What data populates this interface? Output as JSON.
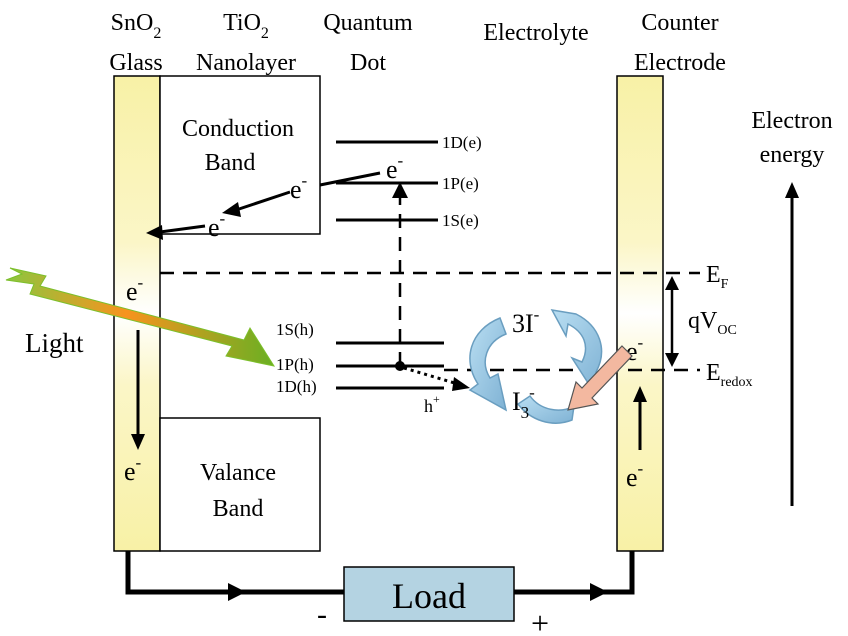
{
  "columns": {
    "sno2": {
      "line1_base": "SnO",
      "line1_sub": "2",
      "line2": "Glass"
    },
    "tio2": {
      "line1_base": "TiO",
      "line1_sub": "2",
      "line2": "Nanolayer"
    },
    "qd": {
      "line1": "Quantum",
      "line2": "Dot"
    },
    "electrolyte": {
      "line1": "Electrolyte"
    },
    "counter": {
      "line1": "Counter",
      "line2": "Electrode"
    }
  },
  "bands": {
    "conduction": {
      "line1": "Conduction",
      "line2": "Band"
    },
    "valance": {
      "line1": "Valance",
      "line2": "Band"
    }
  },
  "qd_levels": {
    "electron": [
      "1D(e)",
      "1P(e)",
      "1S(e)"
    ],
    "hole": [
      "1S(h)",
      "1P(h)",
      "1D(h)"
    ]
  },
  "carriers": {
    "electron": "e",
    "charge_minus": "-",
    "hole": "h",
    "charge_plus": "+"
  },
  "energy_axis": {
    "line1": "Electron",
    "line2": "energy"
  },
  "levels": {
    "ef_base": "E",
    "ef_sub": "F",
    "eredox_base": "E",
    "eredox_sub": "redox",
    "voc_base": "qV",
    "voc_sub": "OC"
  },
  "redox": {
    "triiodide_coef": "3I",
    "triiodide_charge": "-",
    "i3_base": "I",
    "i3_sub": "3",
    "i3_charge": "-"
  },
  "light_label": "Light",
  "load": {
    "label": "Load",
    "minus": "-",
    "plus": "+"
  },
  "colors": {
    "electrode_fill": "#f8f1a6",
    "electrode_glow": "#ffffff",
    "load_box": "#b4d3e2",
    "arrow_blue": "#9ac8e6",
    "light_orange": "#f7931e",
    "light_green": "#7cbf2b",
    "pink_arrow": "#f3b8a0"
  }
}
